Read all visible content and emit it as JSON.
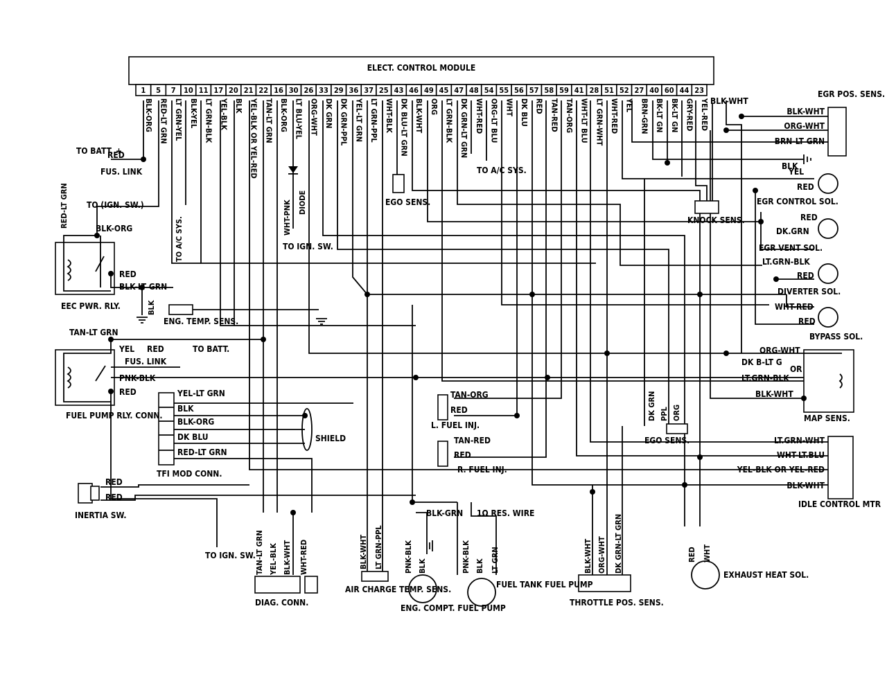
{
  "module": {
    "title": "ELECT. CONTROL MODULE",
    "pins": [
      "1",
      "5",
      "7",
      "10",
      "11",
      "17",
      "20",
      "21",
      "22",
      "16",
      "30",
      "26",
      "33",
      "29",
      "36",
      "37",
      "25",
      "43",
      "46",
      "49",
      "45",
      "47",
      "48",
      "54",
      "55",
      "56",
      "57",
      "58",
      "59",
      "41",
      "28",
      "51",
      "52",
      "27",
      "40",
      "60",
      "44",
      "23"
    ],
    "wires": [
      "BLK-ORG",
      "RED-LT GRN",
      "LT GRN-YEL",
      "BLK-YEL",
      "LT GRN-BLK",
      "YEL-BLK",
      "BLK",
      "YEL-BLK OR YEL-RED",
      "TAN-LT GRN",
      "BLK-ORG",
      "LT BLU-YEL",
      "ORG-WHT",
      "DK GRN",
      "DK GRN-PPL",
      "YEL-LT GRN",
      "LT GRN-PPL",
      "WHT-BLK",
      "DK BLU-LT GRN",
      "BLK-WHT",
      "ORG",
      "LT GRN-BLK",
      "DK GRN-LT GRN",
      "WHT-RED",
      "ORG-LT BLU",
      "WHT",
      "DK BLU",
      "RED",
      "TAN-RED",
      "TAN-ORG",
      "WHT-LT BLU",
      "LT GRN-WHT",
      "WHT-RED",
      "YEL",
      "BRN-GRN",
      "BK-LT GN",
      "BK-LT GN",
      "GRY-RED",
      "YEL-RED"
    ]
  },
  "labels": {
    "to_batt_1": "TO BATT. +",
    "red_1": "RED",
    "fus_link_1": "FUS. LINK",
    "to_ign_sw_1": "TO (IGN. SW.)",
    "red_lt_grn_v": "RED-LT GRN",
    "blk_org_1": "BLK-ORG",
    "red_2": "RED",
    "blk_lt_grn_1": "BLK-LT GRN",
    "eec_pwr_rly": "EEC PWR. RLY.",
    "blk_v": "BLK",
    "eng_temp_sens": "ENG. TEMP. SENS.",
    "to_ac_sys_1": "TO A/C SYS.",
    "wht_pnk": "WHT-PNK",
    "diode": "DIODE",
    "to_ign_sw_2": "TO IGN. SW.",
    "tan_lt_grn_1": "TAN-LT GRN",
    "yel_1": "YEL",
    "red_3": "RED",
    "to_batt_2": "TO BATT.",
    "fus_link_2": "FUS. LINK",
    "pnk_blk_1": "PNK-BLK",
    "red_4": "RED",
    "fuel_pump_rly": "FUEL PUMP RLY. CONN.",
    "tfi_yel_lt_grn": "YEL-LT GRN",
    "tfi_blk": "BLK",
    "tfi_blk_org": "BLK-ORG",
    "tfi_dk_blu": "DK BLU",
    "tfi_red_lt_grn": "RED-LT GRN",
    "shield": "SHIELD",
    "tfi_mod_conn": "TFI MOD CONN.",
    "red_5": "RED",
    "red_6": "RED",
    "inertia_sw": "INERTIA SW.",
    "to_ign_sw_3": "TO IGN. SW.",
    "diag_wires": [
      "TAN-LT GRN",
      "YEL-BLK",
      "BLK-WHT",
      "WHT-RED"
    ],
    "diag_conn": "DIAG. CONN.",
    "act_wires": [
      "BLK-WHT",
      "LT GRN-PPL"
    ],
    "air_charge": "AIR CHARGE TEMP. SENS.",
    "blk_grn": "BLK-GRN",
    "res_wire": "1Ω RES. WIRE",
    "eng_pump_wires": [
      "PNK-BLK",
      "BLK"
    ],
    "eng_compt_pump": "ENG. COMPT. FUEL PUMP",
    "tank_pump_wires": [
      "PNK-BLK",
      "BLK",
      "LT GRN"
    ],
    "fuel_tank_pump": "FUEL TANK FUEL PUMP",
    "tps_wires": [
      "BLK-WHT",
      "ORG-WHT",
      "DK GRN-LT GRN"
    ],
    "throttle_pos": "THROTTLE POS. SENS.",
    "exh_wires": [
      "RED",
      "WHT"
    ],
    "exhaust_heat": "EXHAUST HEAT SOL.",
    "lfi_tan_org": "TAN-ORG",
    "lfi_red": "RED",
    "l_fuel_inj": "L. FUEL INJ.",
    "rfi_tan_red": "TAN-RED",
    "rfi_red": "RED",
    "r_fuel_inj": "R. FUEL INJ.",
    "ego_wires_r": [
      "DK GRN",
      "PPL",
      "ORG"
    ],
    "ego_sens_r": "EGO SENS.",
    "ego_sens_l": "EGO SENS.",
    "to_ac_sys_2": "TO A/C SYS.",
    "knock_sens": "KNOCK SENS.",
    "blk_wht_top": "BLK-WHT",
    "egr_pos": "EGR POS. SENS.",
    "egr_pos_wires": [
      "BLK-WHT",
      "ORG-WHT",
      "BRN-LT GRN"
    ],
    "blk_2": "BLK",
    "yel_2": "YEL",
    "red_7": "RED",
    "egr_control": "EGR CONTROL SOL.",
    "red_8": "RED",
    "dk_grn": "DK.GRN",
    "egr_vent": "EGR VENT SOL.",
    "lt_grn_blk": "LT.GRN-BLK",
    "red_9": "RED",
    "diverter": "DIVERTER SOL.",
    "wht_red": "WHT-RED",
    "red_10": "RED",
    "bypass": "BYPASS SOL.",
    "map_org_wht": "ORG-WHT",
    "map_dk": "DK B-LT G",
    "map_or": "OR",
    "map_lt": "LT.GRN-BLK",
    "map_blk_wht": "BLK-WHT",
    "map_sens": "MAP SENS.",
    "idle_wires": [
      "LT.GRN-WHT",
      "WHT-LT.BLU",
      "YEL-BLK OR YEL-RED",
      "BLK-WHT"
    ],
    "idle_control": "IDLE CONTROL MTR"
  }
}
